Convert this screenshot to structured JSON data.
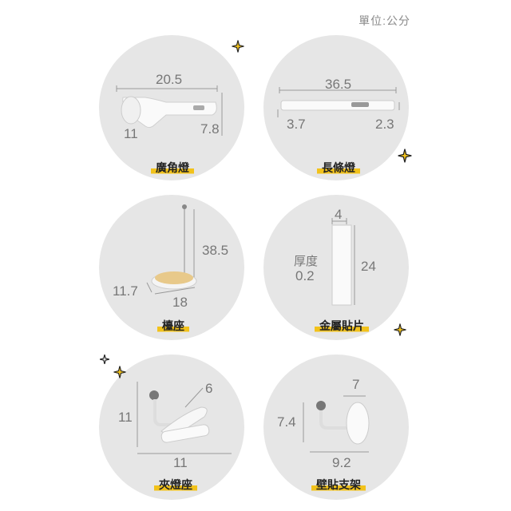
{
  "unit_label": "單位:公分",
  "items": [
    {
      "name": "廣角燈",
      "dims": [
        "20.5",
        "11",
        "7.8"
      ]
    },
    {
      "name": "長條燈",
      "dims": [
        "36.5",
        "3.7",
        "2.3"
      ]
    },
    {
      "name": "檯座",
      "dims": [
        "38.5",
        "11.7",
        "18"
      ]
    },
    {
      "name": "金屬貼片",
      "dims": [
        "4",
        "厚度",
        "0.2",
        "24"
      ]
    },
    {
      "name": "夾燈座",
      "dims": [
        "6",
        "11",
        "11"
      ]
    },
    {
      "name": "壁貼支架",
      "dims": [
        "7",
        "7.4",
        "9.2"
      ]
    }
  ],
  "accent_color": "#f2c21b",
  "icons": [
    "sparkle-icon"
  ]
}
